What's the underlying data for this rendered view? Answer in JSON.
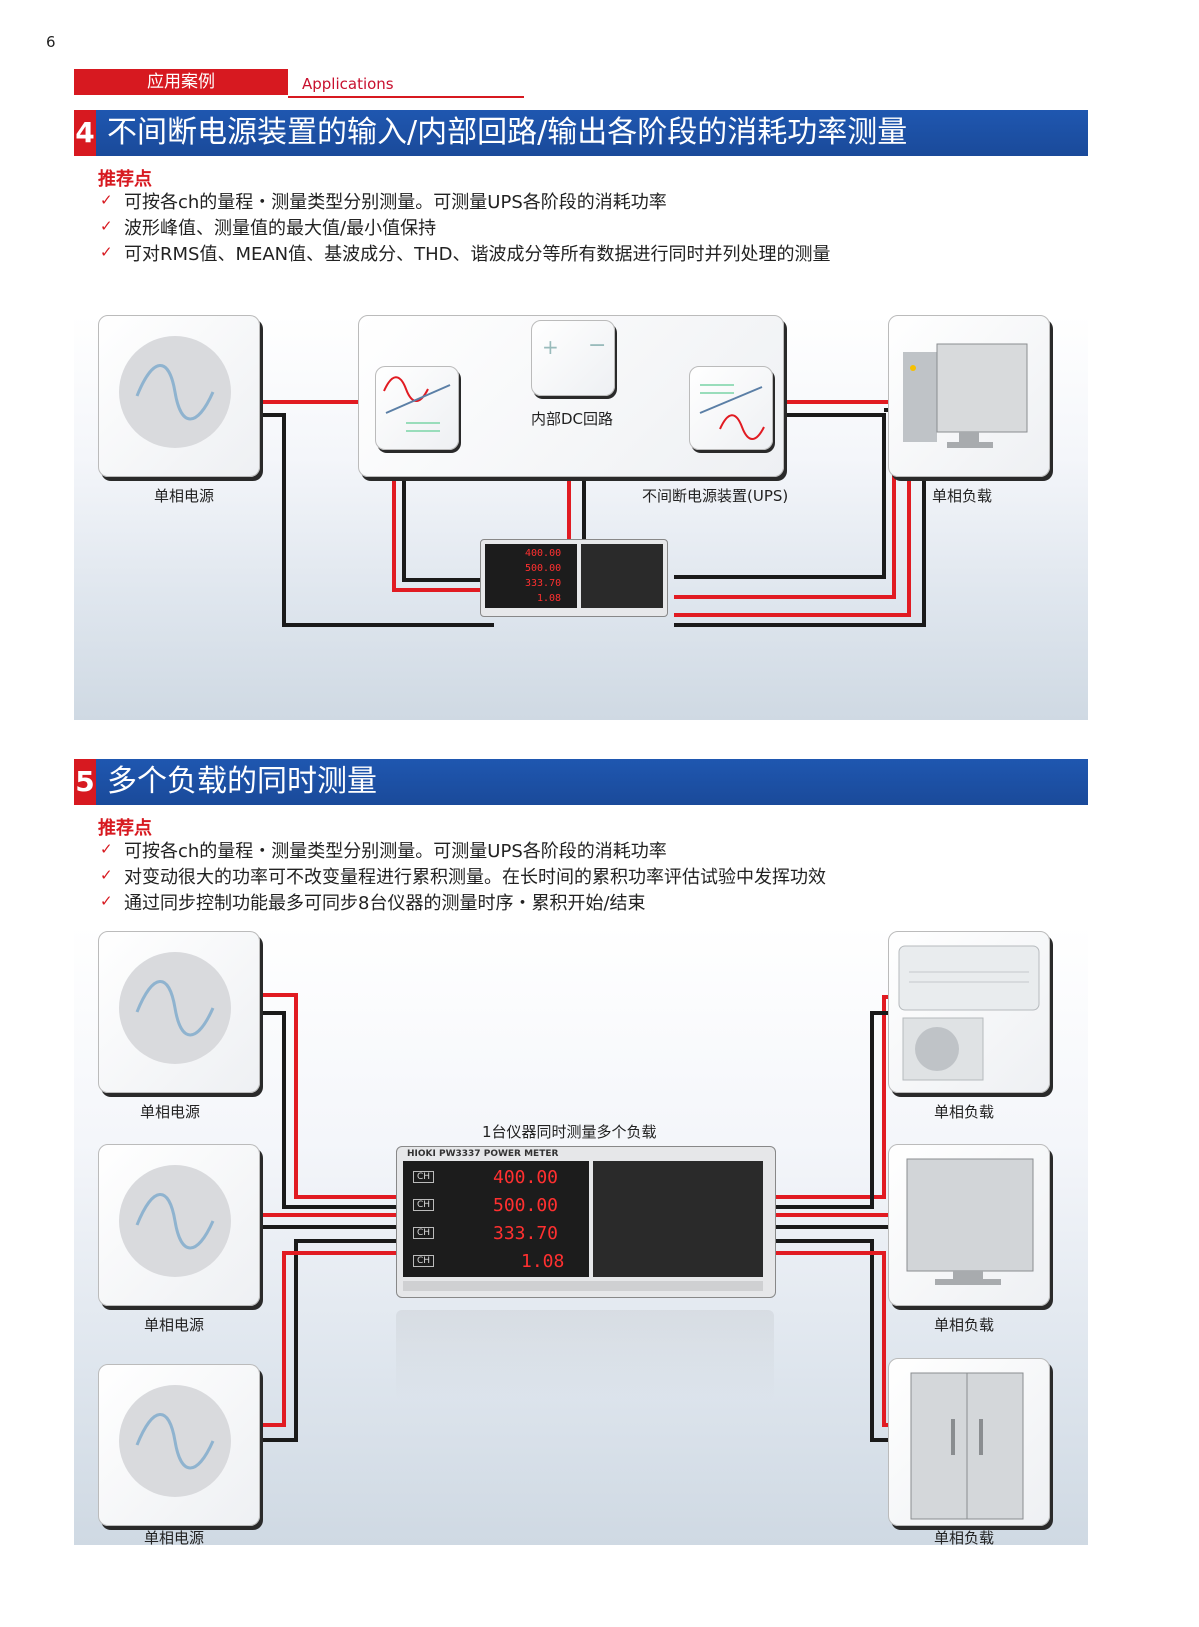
{
  "page_number": "6",
  "header": {
    "tag_cn": "应用案例",
    "tag_en": "Applications"
  },
  "section4": {
    "num": "4",
    "title": "不间断电源装置的输入/内部回路/输出各阶段的消耗功率测量",
    "rec_label": "推荐点",
    "points": [
      "可按各ch的量程・测量类型分别测量。可测量UPS各阶段的消耗功率",
      "波形峰值、测量值的最大值/最小值保持",
      "可对RMS值、MEAN值、基波成分、THD、谐波成分等所有数据进行同时并列处理的测量"
    ],
    "label_source": "单相电源",
    "label_ups": "不间断电源装置(UPS)",
    "label_dc": "内部DC回路",
    "label_load": "单相负载",
    "battery_plus": "+",
    "battery_minus": "−"
  },
  "section5": {
    "num": "5",
    "title": "多个负载的同时测量",
    "rec_label": "推荐点",
    "points": [
      "可按各ch的量程・测量类型分别测量。可测量UPS各阶段的消耗功率",
      "对变动很大的功率可不改变量程进行累积测量。在长时间的累积功率评估试验中发挥功效",
      "通过同步控制功能最多可同步8台仪器的测量时序・累积开始/结束"
    ],
    "label_source": "单相电源",
    "label_load": "单相负载",
    "meter_caption": "1台仪器同时测量多个负载"
  },
  "meter": {
    "brand": "HIOKI",
    "model": "PW3337",
    "product": "POWER METER",
    "readings": [
      "400.00",
      "500.00",
      "333.70",
      "1.08"
    ],
    "ch_label": "CH"
  },
  "colors": {
    "accent_red": "#d71920",
    "title_blue": "#1f57b0",
    "wire_red": "#e11b22",
    "wire_black": "#1a1a1a"
  }
}
